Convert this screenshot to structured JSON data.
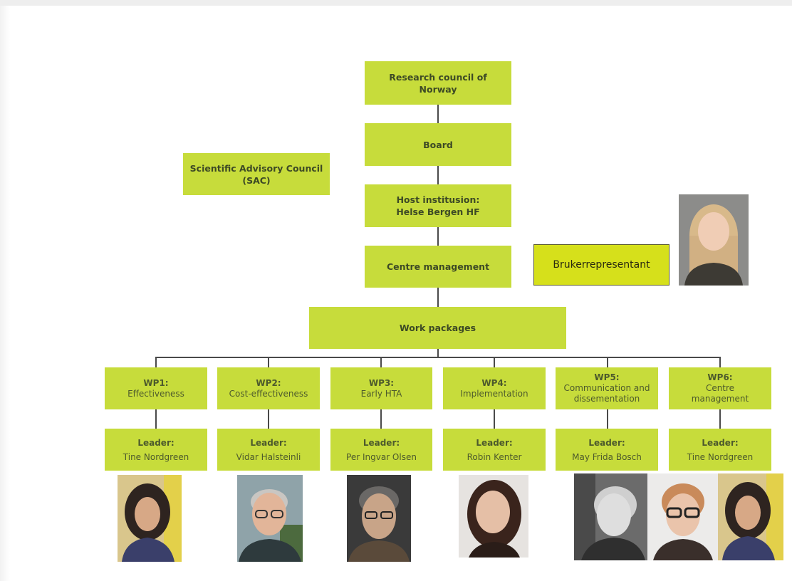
{
  "chain": {
    "research_council": "Research council of Norway",
    "board": "Board",
    "host": "Host institusion: Helse Bergen HF",
    "centre_management": "Centre management",
    "work_packages": "Work packages"
  },
  "sac": "Scientific Advisory Council (SAC)",
  "user_representative": "Brukerrepresentant",
  "wps": [
    {
      "title": "WP1:",
      "name": "Effectiveness",
      "leader_label": "Leader:",
      "leader": "Tine Nordgreen"
    },
    {
      "title": "WP2:",
      "name": "Cost-effectiveness",
      "leader_label": "Leader:",
      "leader": "Vidar Halsteinli"
    },
    {
      "title": "WP3:",
      "name": "Early HTA",
      "leader_label": "Leader:",
      "leader": "Per Ingvar Olsen"
    },
    {
      "title": "WP4:",
      "name": "Implementation",
      "leader_label": "Leader:",
      "leader": "Robin Kenter"
    },
    {
      "title": "WP5:",
      "name": "Communication and dissementation",
      "leader_label": "Leader:",
      "leader": "May Frida Bosch"
    },
    {
      "title": "WP6:",
      "name": "Centre management",
      "leader_label": "Leader:",
      "leader": "Tine Nordgreen"
    }
  ],
  "colors": {
    "box": "#c7dc3b",
    "user_box": "#d6e01b",
    "connector": "#4a4a4a"
  }
}
